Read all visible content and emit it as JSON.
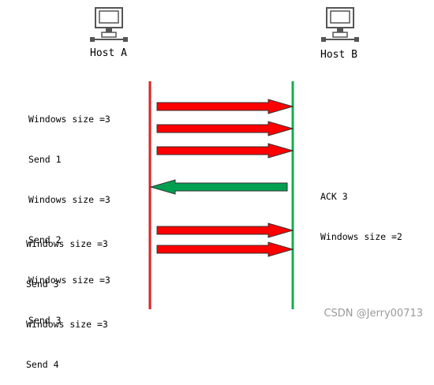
{
  "hosts": {
    "a": {
      "label": "Host A",
      "icon": "computer-icon"
    },
    "b": {
      "label": "Host B",
      "icon": "computer-icon"
    }
  },
  "notes_left_1": [
    "Windows size =3",
    "Send 1",
    "Windows size =3",
    "Send 2",
    "Windows size =3",
    "Send 3"
  ],
  "notes_right": [
    "ACK 3",
    "Windows size =2"
  ],
  "notes_left_2": [
    "Windows size =3",
    "Send 3",
    "Windows size =3",
    "Send 4"
  ],
  "watermark": "CSDN @Jerry00713",
  "colors": {
    "host_a_line": "#e02020",
    "host_b_line": "#1aaa50",
    "data_arrow": "#ff0000",
    "ack_arrow": "#00a050"
  }
}
